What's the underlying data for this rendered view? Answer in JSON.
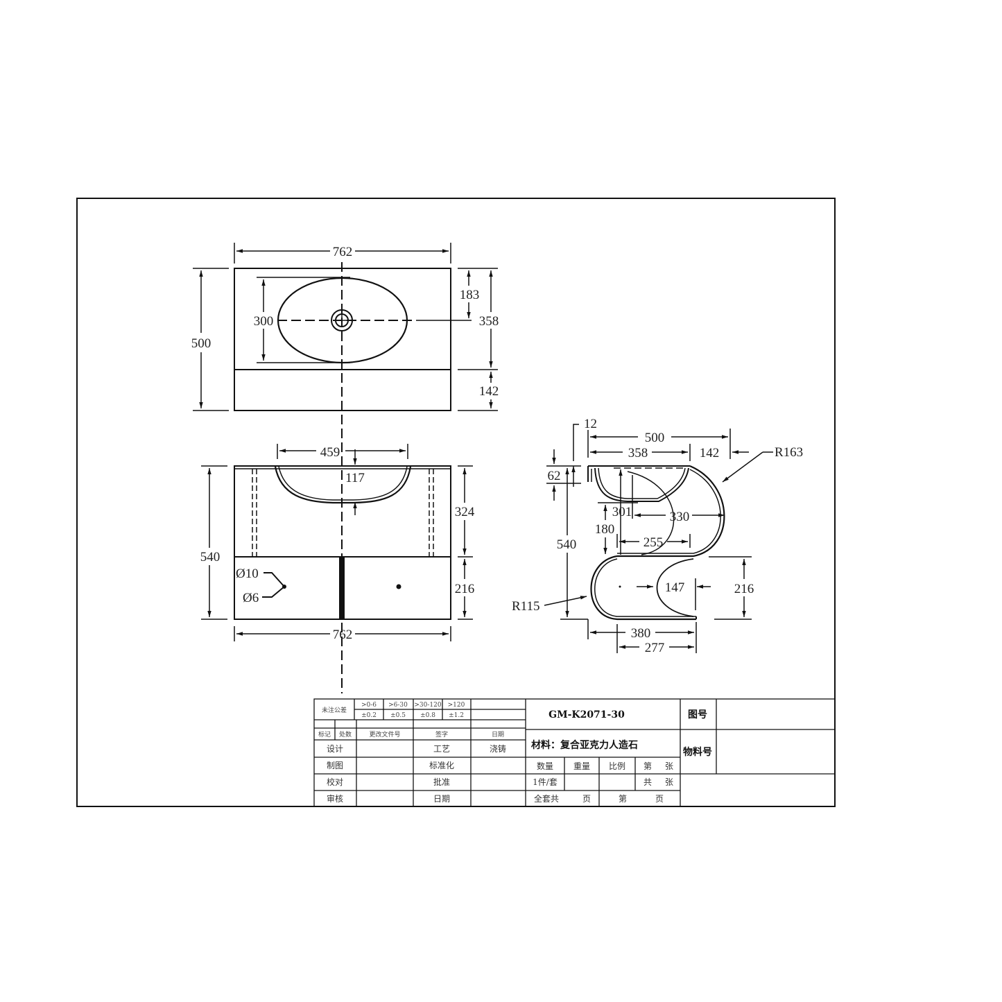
{
  "drawing": {
    "type": "technical-drawing",
    "subject": "wall-mounted wave vanity basin",
    "top_view": {
      "width": "762",
      "depth": "500",
      "bowl_width": "300",
      "bowl_to_drain": "183",
      "bowl_section": "358",
      "front_band": "142"
    },
    "front_view": {
      "bowl_opening": "459",
      "bowl_depth": "117",
      "total_height": "540",
      "upper_height": "324",
      "lower_height": "216",
      "width": "762",
      "hole_large": "Ø10",
      "hole_small": "Ø6"
    },
    "side_view": {
      "wall_thickness": "12",
      "depth": "500",
      "bowl_section": "358",
      "front_band": "142",
      "radius_upper": "R163",
      "top_lip": "62",
      "bowl_offset": "301",
      "upper_curve_depth": "330",
      "mid_height": "180",
      "inner_width": "255",
      "total_height": "540",
      "lower_curve_inner": "147",
      "lower_height": "216",
      "radius_lower": "R115",
      "base_length": "380",
      "base_inner": "277"
    }
  },
  "title_block": {
    "tolerance_label": "未注公差",
    "tolerance_ranges": [
      ">0-6",
      ">6-30",
      ">30-120",
      ">120"
    ],
    "tolerance_values": [
      "±0.2",
      "±0.5",
      "±0.8",
      "±1.2"
    ],
    "revision_headers": {
      "mark": "标记",
      "count": "处数",
      "change_doc": "更改文件号",
      "signature": "签字",
      "date": "日期"
    },
    "rows": [
      {
        "role": "设计",
        "role2": "工艺",
        "value2": "浇铸"
      },
      {
        "role": "制图",
        "role2": "标准化",
        "value2": ""
      },
      {
        "role": "校对",
        "role2": "批准",
        "value2": ""
      },
      {
        "role": "审核",
        "role2": "日期",
        "value2": ""
      }
    ],
    "model_number": "GM-K2071-30",
    "material": "材料：复合亚克力人造石",
    "drawing_no_label": "图号",
    "material_no_label": "物料号",
    "qty_label": "数量",
    "weight_label": "重量",
    "scale_label": "比例",
    "sheet_label_1": "第",
    "sheet_label_2": "张",
    "qty_value": "1件/套",
    "total_label_1": "共",
    "total_label_2": "张",
    "set_total": "全套共",
    "page_label": "页",
    "page_no_label": "第",
    "page_label_2": "页"
  }
}
